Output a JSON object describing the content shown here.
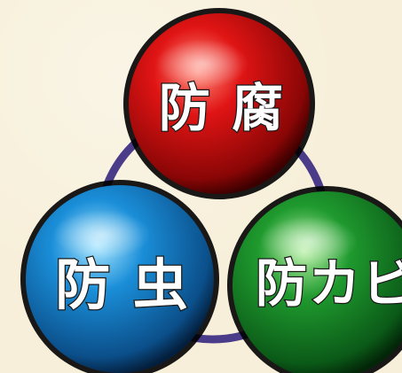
{
  "background_color": "#f7efd9",
  "ring_color": "#4b3c8a",
  "spheres": [
    {
      "label": "防 腐",
      "color_highlight": "#ff6b5a",
      "color_mid": "#e01414",
      "color_edge": "#5a0000",
      "icon": "red-sphere"
    },
    {
      "label": "防 虫",
      "color_highlight": "#7fd6ff",
      "color_mid": "#1a8ed8",
      "color_edge": "#073a66",
      "icon": "blue-sphere"
    },
    {
      "label": "防カビ",
      "color_highlight": "#8fe07a",
      "color_mid": "#1f9a2e",
      "color_edge": "#063d0f",
      "icon": "green-sphere"
    }
  ]
}
